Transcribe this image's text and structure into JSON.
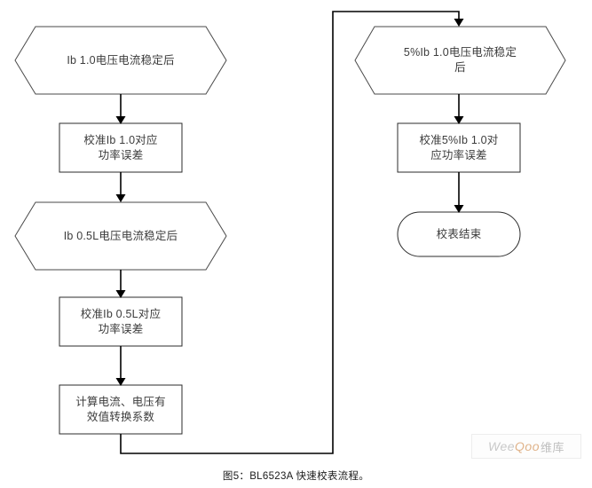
{
  "figure": {
    "caption": "图5：BL6523A 快速校表流程。",
    "watermark": {
      "part1": "Wee",
      "accent": "Qoo",
      "cn": "维库"
    }
  },
  "colors": {
    "stroke": "#2b2b2b",
    "hex_stroke": "#4a4a4a",
    "connector": "#000000",
    "text": "#3c3c3c",
    "background": "#ffffff",
    "watermark_accent": "#e0b38a"
  },
  "nodes": [
    {
      "id": "hex-ib-1-0",
      "type": "hexagon",
      "label": "Ib 1.0电压电流稳定后"
    },
    {
      "id": "proc-cal-ib-1-0",
      "type": "process",
      "label": "校准Ib 1.0对应\n功率误差"
    },
    {
      "id": "hex-ib-0-5l",
      "type": "hexagon",
      "label": "Ib 0.5L电压电流稳定后"
    },
    {
      "id": "proc-cal-ib-0-5l",
      "type": "process",
      "label": "校准Ib 0.5L对应\n功率误差"
    },
    {
      "id": "proc-calc-rms",
      "type": "process",
      "label": "计算电流、电压有\n效值转换系数"
    },
    {
      "id": "hex-5pct-ib-1-0",
      "type": "hexagon",
      "label": "5%Ib 1.0电压电流稳定\n后"
    },
    {
      "id": "proc-cal-5pct-ib",
      "type": "process",
      "label": "校准5%Ib 1.0对\n应功率误差"
    },
    {
      "id": "term-end",
      "type": "terminator",
      "label": "校表结束"
    }
  ],
  "edges": [
    {
      "id": "edge-1",
      "from": "hex-ib-1-0",
      "to": "proc-cal-ib-1-0"
    },
    {
      "id": "edge-2",
      "from": "proc-cal-ib-1-0",
      "to": "hex-ib-0-5l"
    },
    {
      "id": "edge-3",
      "from": "hex-ib-0-5l",
      "to": "proc-cal-ib-0-5l"
    },
    {
      "id": "edge-4",
      "from": "proc-cal-ib-0-5l",
      "to": "proc-calc-rms"
    },
    {
      "id": "edge-5",
      "from": "proc-calc-rms",
      "to": "hex-5pct-ib-1-0"
    },
    {
      "id": "edge-6",
      "from": "hex-5pct-ib-1-0",
      "to": "proc-cal-5pct-ib"
    },
    {
      "id": "edge-7",
      "from": "proc-cal-5pct-ib",
      "to": "term-end"
    }
  ]
}
